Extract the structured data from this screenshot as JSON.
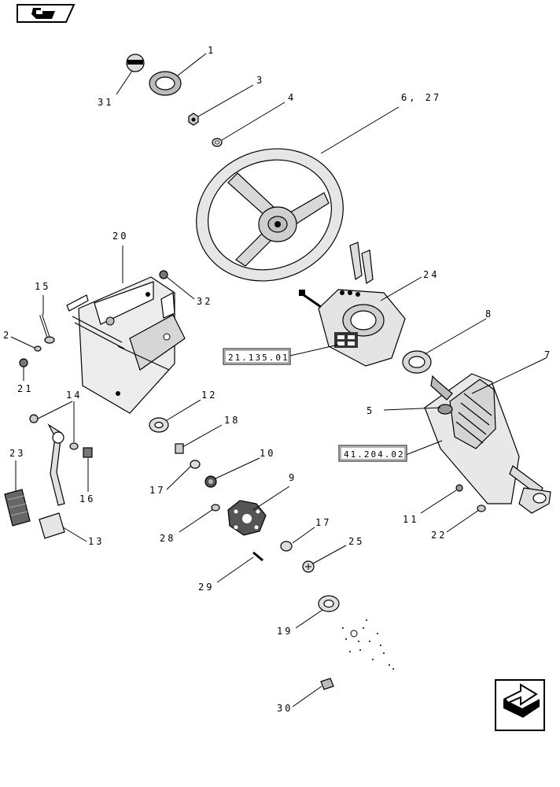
{
  "callouts": {
    "c1": "1",
    "c31": "31",
    "c3": "3",
    "c4": "4",
    "c627": "6, 27",
    "c20": "20",
    "c15": "15",
    "c32": "32",
    "c24": "24",
    "c8": "8",
    "c2": "2",
    "c21": "21",
    "c7": "7",
    "c14": "14",
    "c12": "12",
    "c5": "5",
    "c18": "18",
    "c23": "23",
    "c10": "10",
    "c17a": "17",
    "c9": "9",
    "c16": "16",
    "c11": "11",
    "c28": "28",
    "c17b": "17",
    "c22": "22",
    "c13": "13",
    "c25": "25",
    "c29": "29",
    "c19": "19",
    "c30": "30"
  },
  "refs": {
    "ref_a": "21.135.01",
    "ref_b": "41.204.02"
  },
  "nav": {
    "back_icon": "back-arrow-icon",
    "next_icon": "next-arrow-icon"
  }
}
